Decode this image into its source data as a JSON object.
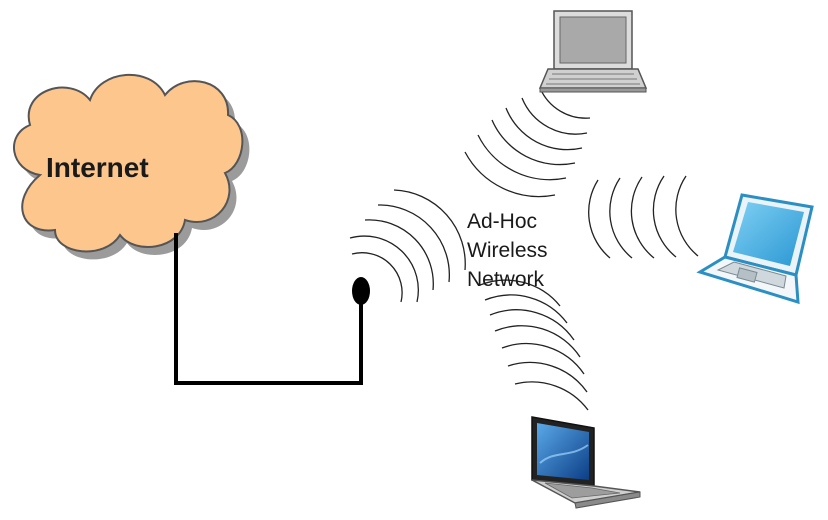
{
  "diagram": {
    "cloud": {
      "label": "Internet",
      "fill": "#FDC68C",
      "stroke": "#555555"
    },
    "network_label": {
      "line1": "Ad-Hoc",
      "line2": "Wireless",
      "line3": "Network"
    },
    "colors": {
      "cable": "#000000",
      "waves": "#222222",
      "laptop_gray": "#BDBDBD",
      "laptop_screen_blue": "#38A9E0",
      "laptop_dark_screen": "#1E5FA8"
    },
    "nodes": [
      {
        "id": "antenna",
        "kind": "wireless-antenna"
      },
      {
        "id": "laptop-top",
        "kind": "laptop",
        "style": "gray"
      },
      {
        "id": "laptop-right",
        "kind": "laptop",
        "style": "light-blue"
      },
      {
        "id": "laptop-bottom",
        "kind": "laptop",
        "style": "dark-blue"
      }
    ]
  }
}
